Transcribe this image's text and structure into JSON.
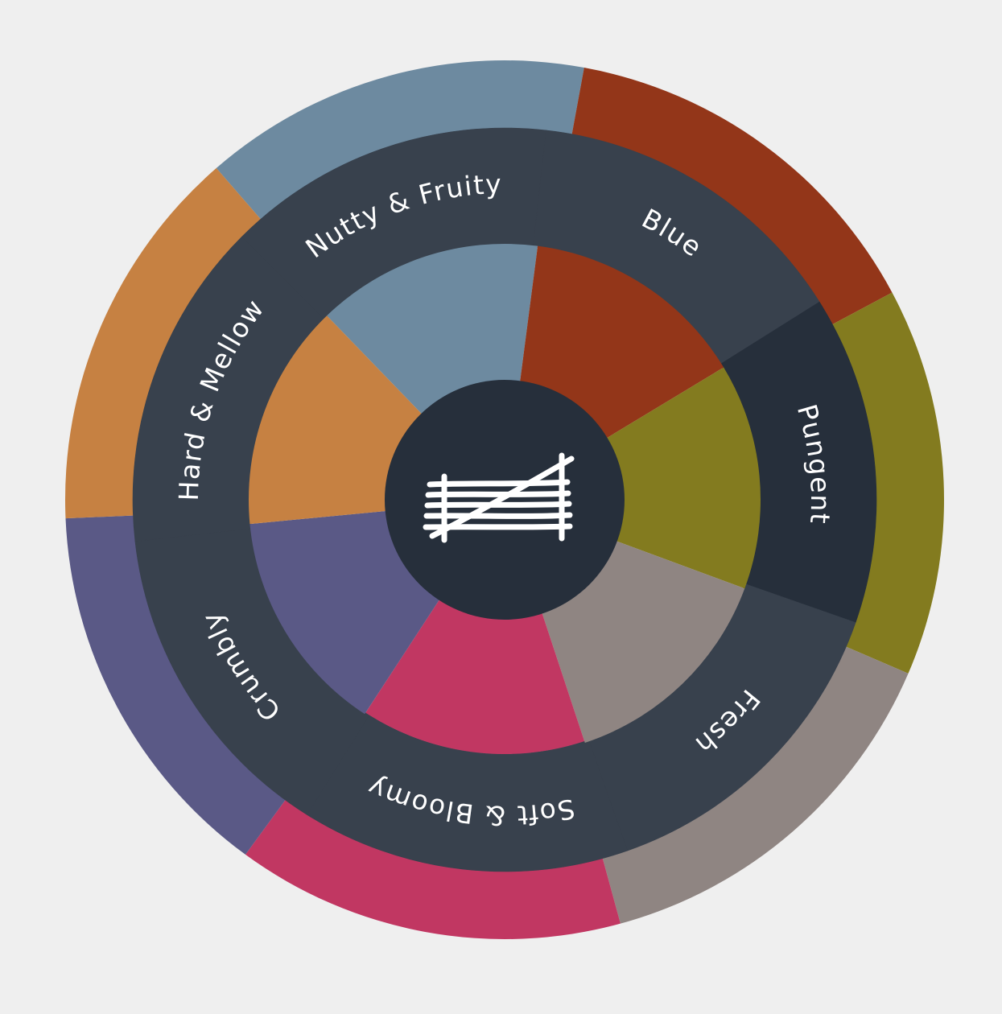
{
  "wheel": {
    "background": "#efefef",
    "band_color": "#38414d",
    "active_band_color": "#262f3b",
    "hub_color": "#262f3b",
    "label_color": "#ffffff",
    "active_category": "Pungent",
    "hub_icon": "gate-icon",
    "categories": [
      {
        "key": "nutty-fruity",
        "label": "Nutty & Fruity",
        "color": "#6d8aa0"
      },
      {
        "key": "blue",
        "label": "Blue",
        "color": "#933619"
      },
      {
        "key": "pungent",
        "label": "Pungent",
        "color": "#837b1f"
      },
      {
        "key": "fresh",
        "label": "Fresh",
        "color": "#8f8582"
      },
      {
        "key": "soft-bloomy",
        "label": "Soft & Bloomy",
        "color": "#c13762"
      },
      {
        "key": "crumbly",
        "label": "Crumbly",
        "color": "#5a5986"
      },
      {
        "key": "hard-mellow",
        "label": "Hard & Mellow",
        "color": "#c68142"
      }
    ]
  }
}
